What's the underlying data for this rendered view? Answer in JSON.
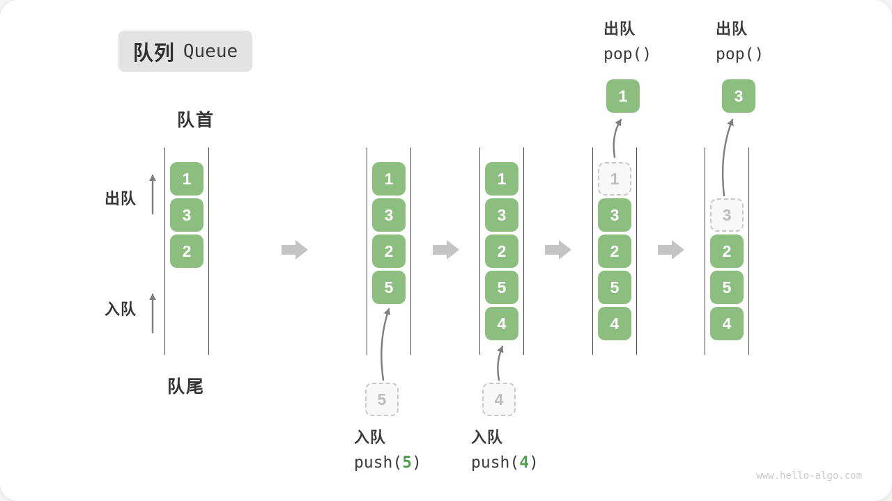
{
  "page": {
    "watermark": "www.hello-algo.com"
  },
  "title": {
    "zh": "队列",
    "en": "Queue"
  },
  "side_labels": {
    "front": "队首",
    "rear": "队尾",
    "dequeue": "出队",
    "enqueue": "入队"
  },
  "colors": {
    "item_green": "#8cbe80",
    "code_arg_green": "#52a152",
    "flow_arrow_gray": "#c4c4c4",
    "thin_arrow_gray": "#7d7d7d"
  },
  "states": [
    {
      "name": "initial",
      "slots": [
        {
          "row": 0,
          "value": "1",
          "kind": "filled"
        },
        {
          "row": 1,
          "value": "3",
          "kind": "filled"
        },
        {
          "row": 2,
          "value": "2",
          "kind": "filled"
        }
      ]
    },
    {
      "name": "after-push-5",
      "slots": [
        {
          "row": 0,
          "value": "1",
          "kind": "filled"
        },
        {
          "row": 1,
          "value": "3",
          "kind": "filled"
        },
        {
          "row": 2,
          "value": "2",
          "kind": "filled"
        },
        {
          "row": 3,
          "value": "5",
          "kind": "filled"
        }
      ],
      "staged_value": "5",
      "op": {
        "label": "入队",
        "code_pre": "push(",
        "code_arg": "5",
        "code_post": ")",
        "position": "below"
      }
    },
    {
      "name": "after-push-4",
      "slots": [
        {
          "row": 0,
          "value": "1",
          "kind": "filled"
        },
        {
          "row": 1,
          "value": "3",
          "kind": "filled"
        },
        {
          "row": 2,
          "value": "2",
          "kind": "filled"
        },
        {
          "row": 3,
          "value": "5",
          "kind": "filled"
        },
        {
          "row": 4,
          "value": "4",
          "kind": "filled"
        }
      ],
      "staged_value": "4",
      "op": {
        "label": "入队",
        "code_pre": "push(",
        "code_arg": "4",
        "code_post": ")",
        "position": "below"
      }
    },
    {
      "name": "after-pop-1",
      "slots": [
        {
          "row": 0,
          "value": "1",
          "kind": "ghost"
        },
        {
          "row": 1,
          "value": "3",
          "kind": "filled"
        },
        {
          "row": 2,
          "value": "2",
          "kind": "filled"
        },
        {
          "row": 3,
          "value": "5",
          "kind": "filled"
        },
        {
          "row": 4,
          "value": "4",
          "kind": "filled"
        }
      ],
      "popped_value": "1",
      "op": {
        "label": "出队",
        "code_pre": "pop()",
        "code_arg": "",
        "code_post": "",
        "position": "above"
      }
    },
    {
      "name": "after-pop-3",
      "slots": [
        {
          "row": 1,
          "value": "3",
          "kind": "ghost"
        },
        {
          "row": 2,
          "value": "2",
          "kind": "filled"
        },
        {
          "row": 3,
          "value": "5",
          "kind": "filled"
        },
        {
          "row": 4,
          "value": "4",
          "kind": "filled"
        }
      ],
      "popped_value": "3",
      "op": {
        "label": "出队",
        "code_pre": "pop()",
        "code_arg": "",
        "code_post": "",
        "position": "above"
      }
    }
  ]
}
